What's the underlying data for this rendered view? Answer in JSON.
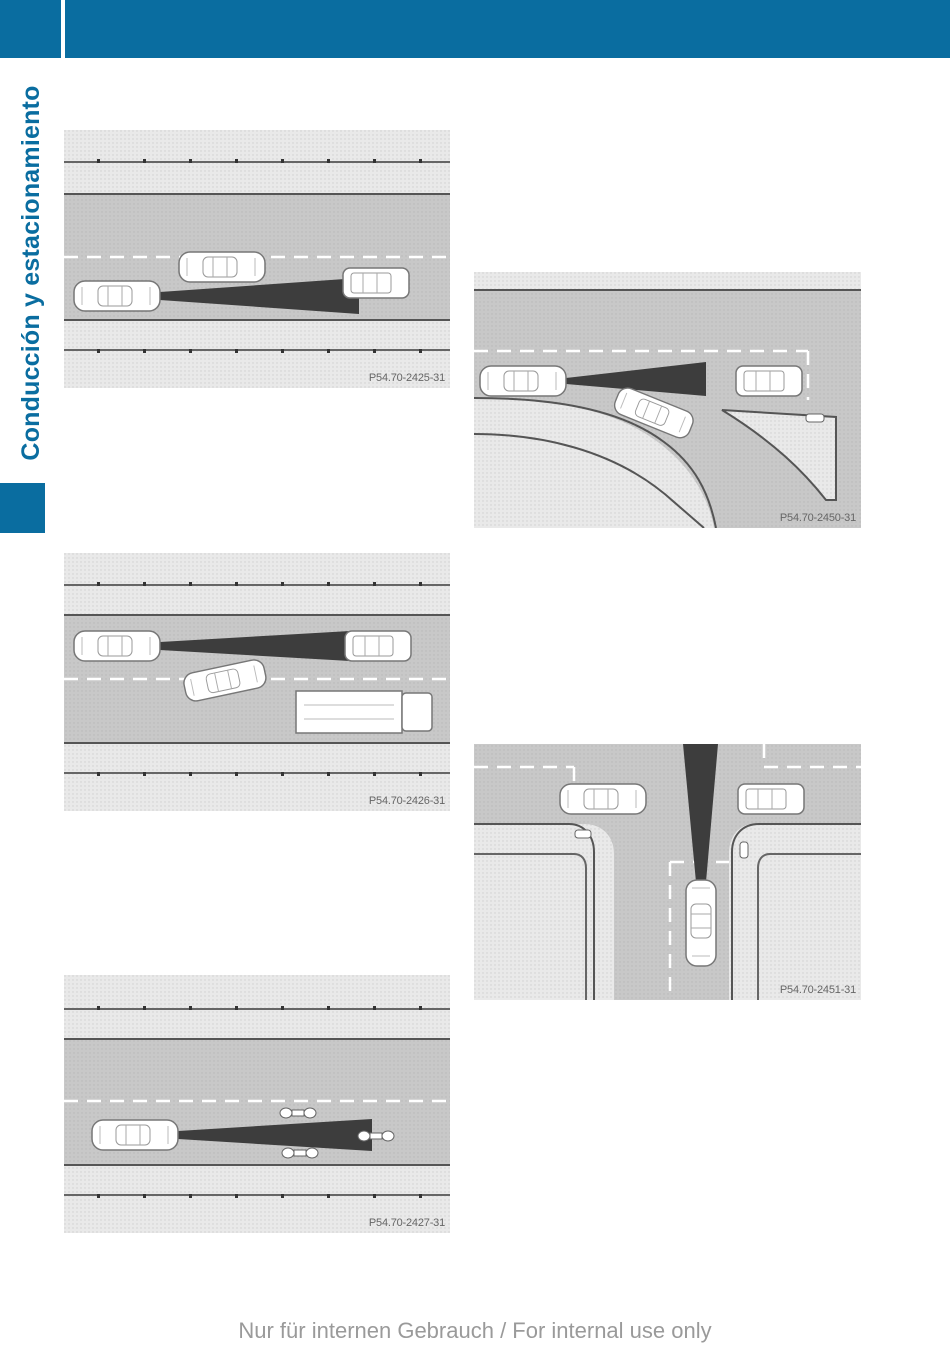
{
  "header": {
    "section_title": "Conducción y estacionamiento"
  },
  "figures": [
    {
      "code": "P54.70-2425-31"
    },
    {
      "code": "P54.70-2426-31"
    },
    {
      "code": "P54.70-2427-31"
    },
    {
      "code": "P54.70-2450-31"
    },
    {
      "code": "P54.70-2451-31"
    }
  ],
  "footer": {
    "note": "Nur für internen Gebrauch / For internal use only"
  },
  "colors": {
    "brand_blue": "#0a6da0",
    "road_gray": "#c6c6c6",
    "sidewalk_gray": "#e6e6e6",
    "beam_dark": "#3d3d3d"
  }
}
